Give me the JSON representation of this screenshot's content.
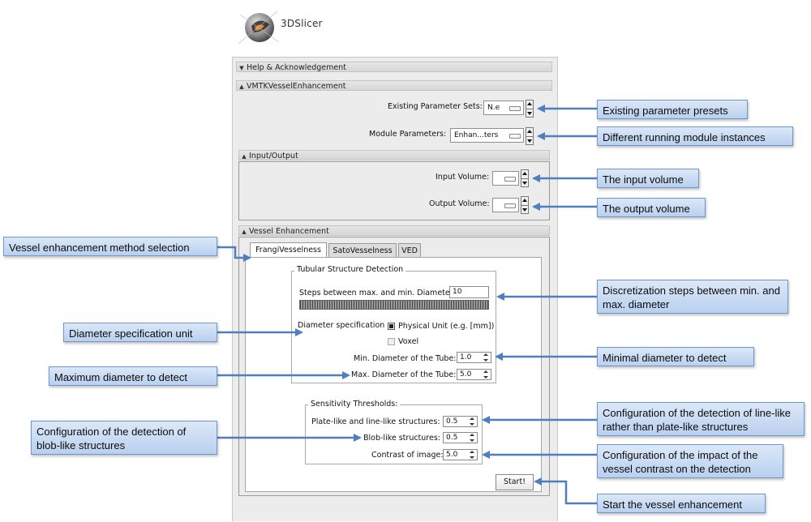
{
  "app": {
    "logo_text": "3DSlicer"
  },
  "sections": {
    "help": "Help & Acknowledgement",
    "vmtk": "VMTKVesselEnhancement",
    "io": "Input/Output",
    "vessel": "Vessel Enhancement"
  },
  "vmtk": {
    "param_sets_label": "Existing Parameter Sets:",
    "param_sets_value": "N.e",
    "module_params_label": "Module Parameters:",
    "module_params_value": "Enhan...ters"
  },
  "io": {
    "input_label": "Input Volume:",
    "output_label": "Output Volume:"
  },
  "tabs": [
    "FrangiVesselness",
    "SatoVesselness",
    "VED"
  ],
  "tubular": {
    "title": "Tubular Structure Detection",
    "steps_label": "Steps between max. and min. Diameter",
    "steps_value": "10",
    "diam_spec_label": "Diameter specification",
    "physical_unit": "Physical Unit (e.g. [mm])",
    "voxel": "Voxel",
    "min_label": "Min. Diameter of the Tube:",
    "min_value": "1.0",
    "max_label": "Max. Diameter of the Tube:",
    "max_value": "5.0"
  },
  "sensitivity": {
    "title": "Sensitivity Thresholds:",
    "plate_label": "Plate-like and line-like structures:",
    "plate_value": "0.5",
    "blob_label": "Blob-like structures:",
    "blob_value": "0.5",
    "contrast_label": "Contrast of image:",
    "contrast_value": "5.0"
  },
  "start_label": "Start!",
  "callouts": {
    "presets": "Existing parameter presets",
    "instances": "Different running module instances",
    "input": "The input volume",
    "output": "The output volume",
    "method": "Vessel enhancement method selection",
    "discretization": "Discretization steps between min. and max. diameter",
    "diam_unit": "Diameter specification unit",
    "min_diam": "Minimal diameter to detect",
    "max_diam": "Maximum diameter to detect",
    "line_like": "Configuration of the detection of line-like rather than plate-like structures",
    "blob_like": "Configuration of the detection of blob-like structures",
    "contrast": "Configuration of the impact of the vessel contrast on the detection",
    "start": "Start the vessel enhancement"
  },
  "colors": {
    "callout_fill": "#c8daf2",
    "callout_border": "#6f97cc",
    "arrow": "#4f7fbf"
  }
}
